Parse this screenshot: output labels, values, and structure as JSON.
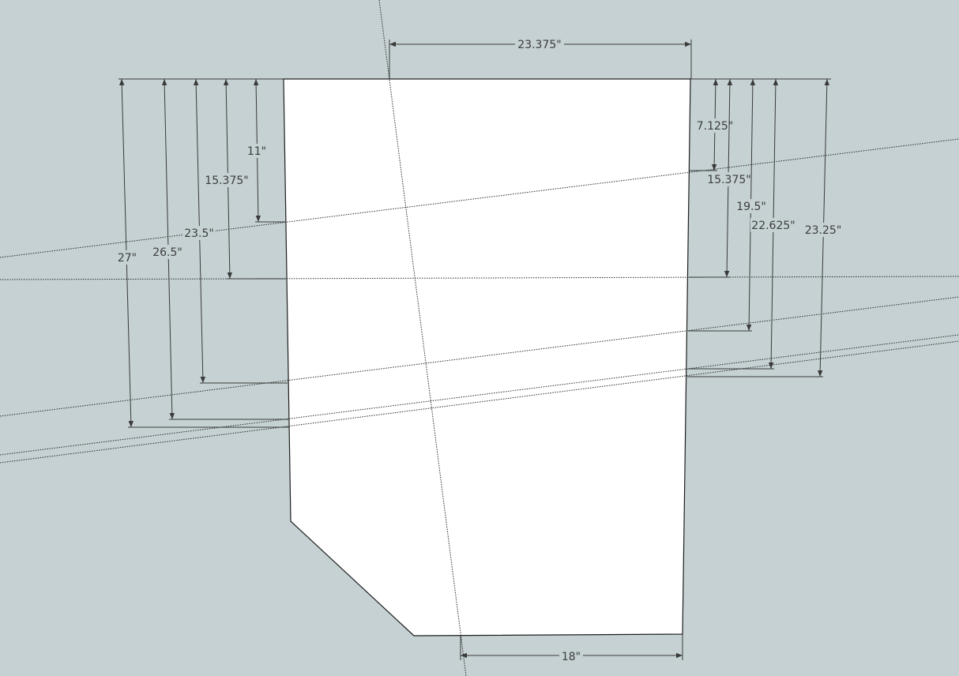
{
  "drawing": {
    "dimensions": {
      "top_width": "23.375\"",
      "bottom_width": "18\"",
      "left": [
        "11\"",
        "15.375\"",
        "23.5\"",
        "26.5\"",
        "27\""
      ],
      "right": [
        "7.125\"",
        "15.375\"",
        "19.5\"",
        "22.625\"",
        "23.25\""
      ]
    }
  }
}
